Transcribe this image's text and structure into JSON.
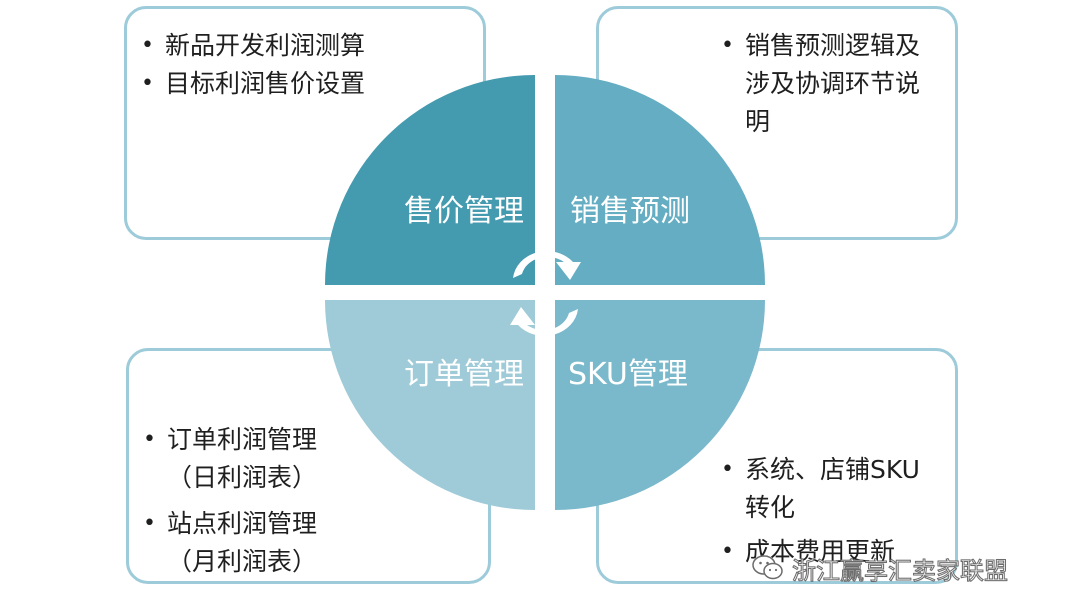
{
  "cards": {
    "top_left": [
      "新品开发利润测算",
      "目标利润售价设置"
    ],
    "top_right": [
      "销售预测逻辑及涉及协调环节说明"
    ],
    "bottom_left": [
      "订单利润管理（日利润表）",
      "站点利润管理（月利润表）"
    ],
    "bottom_right": [
      "系统、店铺SKU转化",
      "成本费用更新"
    ]
  },
  "quadrants": {
    "top_left": "售价管理",
    "top_right": "销售预测",
    "bottom_left": "订单管理",
    "bottom_right": "SKU管理"
  },
  "watermark": {
    "icon": "wechat-icon",
    "text": "浙江赢享汇卖家联盟"
  },
  "colors": {
    "q_top_left": "#449aae",
    "q_top_right": "#64adc2",
    "q_bottom_left": "#9fcad7",
    "q_bottom_right": "#7ab8cb",
    "card_border": "#9dcbd9"
  }
}
